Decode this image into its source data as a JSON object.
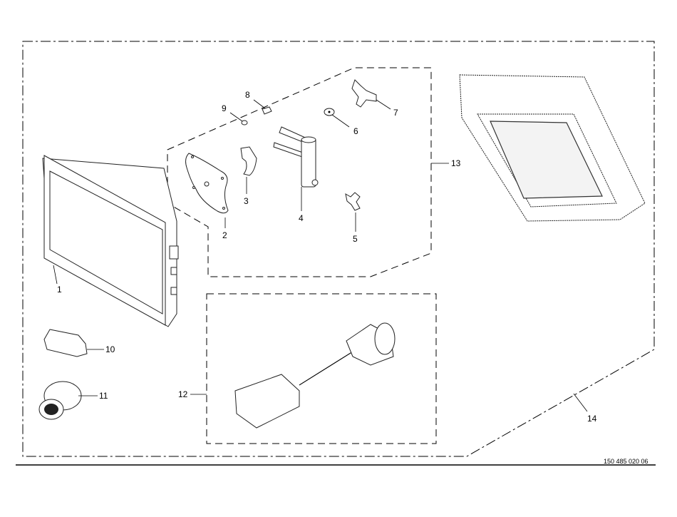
{
  "diagram": {
    "reference_number": "150 485 020 06",
    "callouts": [
      {
        "id": "1",
        "label": "1"
      },
      {
        "id": "2",
        "label": "2"
      },
      {
        "id": "3",
        "label": "3"
      },
      {
        "id": "4",
        "label": "4"
      },
      {
        "id": "5",
        "label": "5"
      },
      {
        "id": "6",
        "label": "6"
      },
      {
        "id": "7",
        "label": "7"
      },
      {
        "id": "8",
        "label": "8"
      },
      {
        "id": "9",
        "label": "9"
      },
      {
        "id": "10",
        "label": "10"
      },
      {
        "id": "11",
        "label": "11"
      },
      {
        "id": "12",
        "label": "12"
      },
      {
        "id": "13",
        "label": "13"
      },
      {
        "id": "14",
        "label": "14"
      }
    ]
  }
}
